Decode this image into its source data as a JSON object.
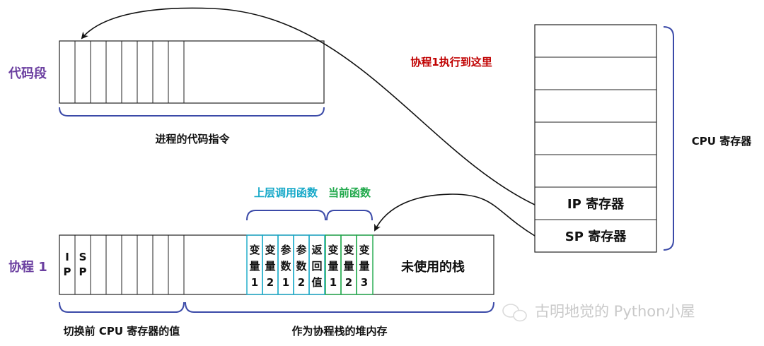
{
  "colors": {
    "purple": "#6b3fa0",
    "red": "#c00000",
    "cyan": "#14a8c8",
    "green": "#1fa84a",
    "bracket_blue": "#3b4aa8"
  },
  "code_segment": {
    "label": "代码段",
    "caption": "进程的代码指令"
  },
  "arrow_label": "协程1执行到这里",
  "cpu": {
    "caption": "CPU 寄存器",
    "ip_register": "IP 寄存器",
    "sp_register": "SP 寄存器"
  },
  "coroutine": {
    "label": "协程 1",
    "saved_ip": [
      "I",
      "P"
    ],
    "saved_sp": [
      "S",
      "P"
    ],
    "caller_frame_label": "上层调用函数",
    "current_frame_label": "当前函数",
    "caller_cells": [
      [
        "变",
        "量",
        "1"
      ],
      [
        "变",
        "量",
        "2"
      ],
      [
        "参",
        "数",
        "1"
      ],
      [
        "参",
        "数",
        "2"
      ],
      [
        "返",
        "回",
        "值"
      ]
    ],
    "current_cells": [
      [
        "变",
        "量",
        "1"
      ],
      [
        "变",
        "量",
        "2"
      ],
      [
        "变",
        "量",
        "3"
      ]
    ],
    "unused_stack": "未使用的栈",
    "caption_registers": "切换前 CPU 寄存器的值",
    "caption_stack": "作为协程栈的堆内存"
  },
  "watermark": "古明地觉的 Python小屋"
}
